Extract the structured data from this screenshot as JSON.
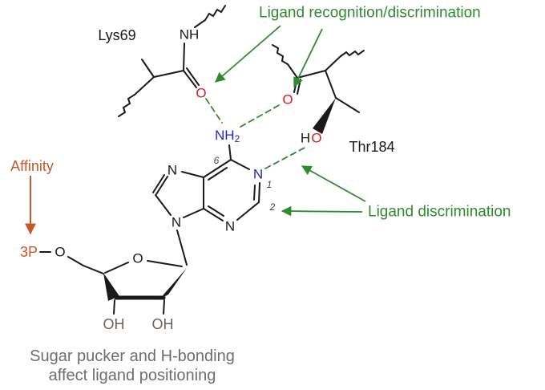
{
  "labels": {
    "lys": "Lys69",
    "thr": "Thr184",
    "recognition": "Ligand recognition/discrimination",
    "discrimination": "Ligand discrimination",
    "affinity": "Affinity",
    "caption1": "Sugar pucker and H-bonding",
    "caption2": "affect ligand positioning"
  },
  "atoms": {
    "nh_backbone": "NH",
    "amine": "NH",
    "amine_sub": "2",
    "o_lys": "O",
    "o_thr": "O",
    "h_hydroxyl": "H",
    "o_hydroxyl": "O",
    "n1": "N",
    "n3": "N",
    "n7": "N",
    "n9": "N",
    "ring_o": "O",
    "o5": "O",
    "phosphate": "3P",
    "oh_c3": "OH",
    "oh_c2": "OH"
  },
  "numbers": {
    "c6": "6",
    "n1": "1",
    "c2": "2"
  },
  "colors": {
    "green": "#2e8b2e",
    "orange": "#c65a27",
    "red": "#e01b1b",
    "blue": "#2323d3",
    "gray_caption": "#6d6d6d",
    "gray_oh": "#6c6259",
    "black": "#1a1a1a"
  }
}
